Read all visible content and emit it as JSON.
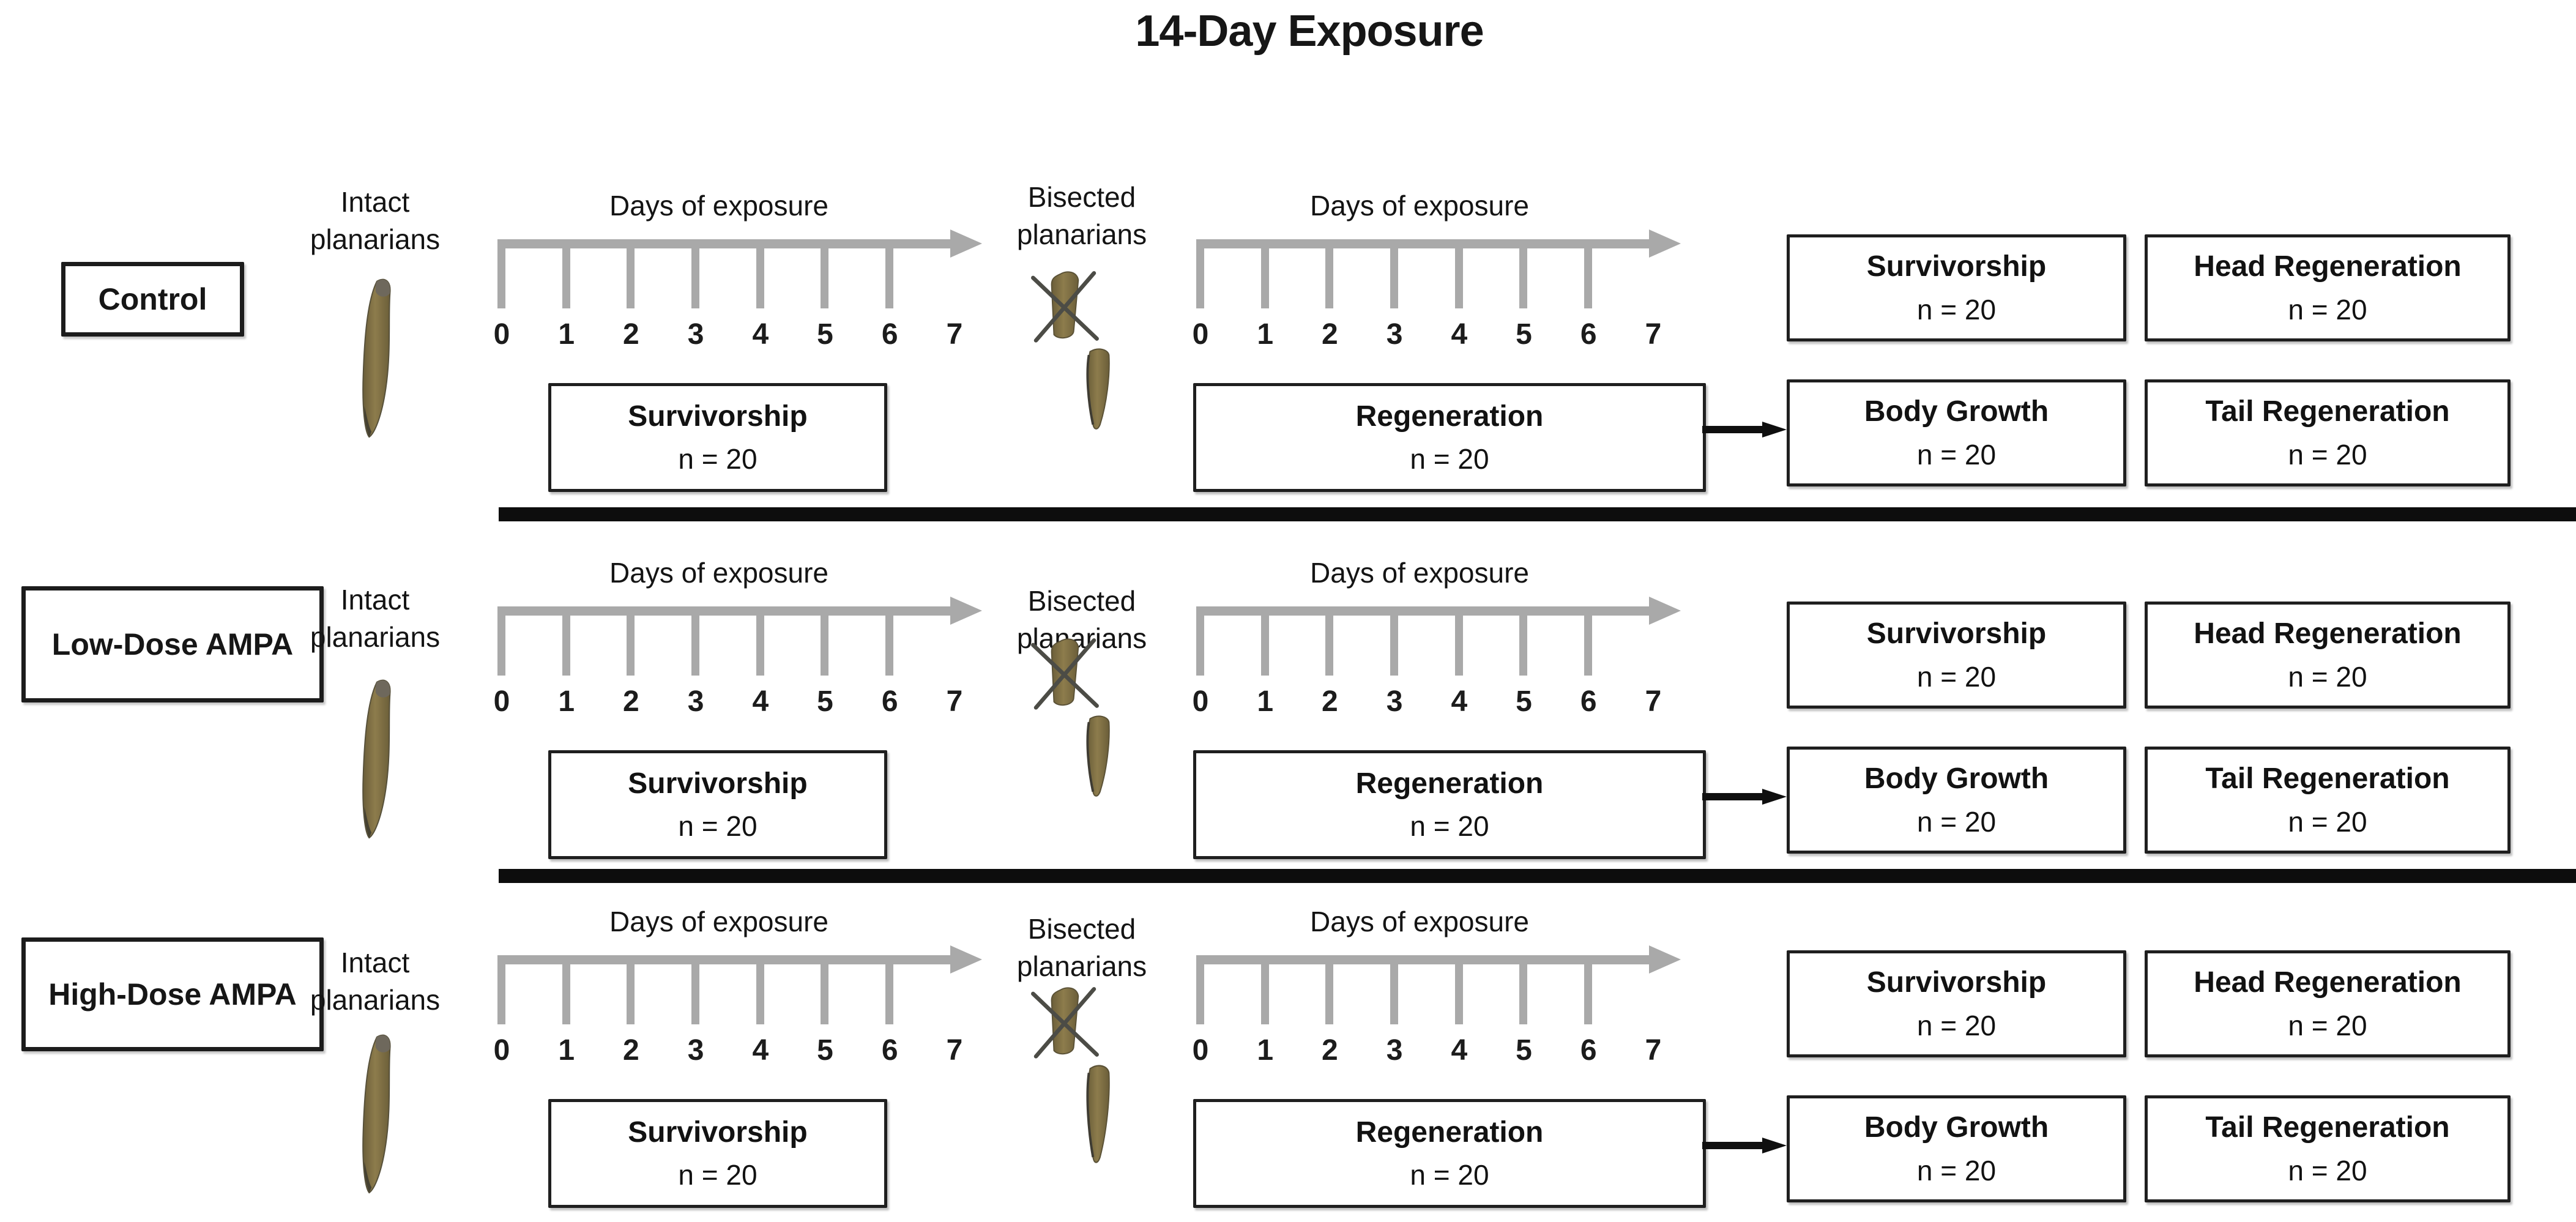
{
  "title": "14-Day Exposure",
  "groups": [
    {
      "name": "Control"
    },
    {
      "name": "Low-Dose AMPA"
    },
    {
      "name": "High-Dose AMPA"
    }
  ],
  "labels": {
    "intact": "Intact planarians",
    "bisected": "Bisected planarians"
  },
  "timeline": {
    "label": "Days of exposure",
    "tick_labels": [
      "0",
      "1",
      "2",
      "3",
      "4",
      "5",
      "6",
      "7"
    ]
  },
  "boxes": {
    "survivorship_exposure": {
      "title": "Survivorship",
      "n": "n = 20"
    },
    "regeneration": {
      "title": "Regeneration",
      "n": "n = 20"
    },
    "outcomes": [
      {
        "title": "Survivorship",
        "n": "n = 20"
      },
      {
        "title": "Head Regeneration",
        "n": "n = 20"
      },
      {
        "title": "Body Growth",
        "n": "n = 20"
      },
      {
        "title": "Tail Regeneration",
        "n": "n = 20"
      }
    ]
  },
  "colors": {
    "timeline_gray": "#a9a9a9",
    "separator_black": "#0d0d0d",
    "planarian_body": "#8d7c4c",
    "planarian_edge": "#6b5e39",
    "x_mark": "#4c4c46",
    "text": "#161616"
  }
}
